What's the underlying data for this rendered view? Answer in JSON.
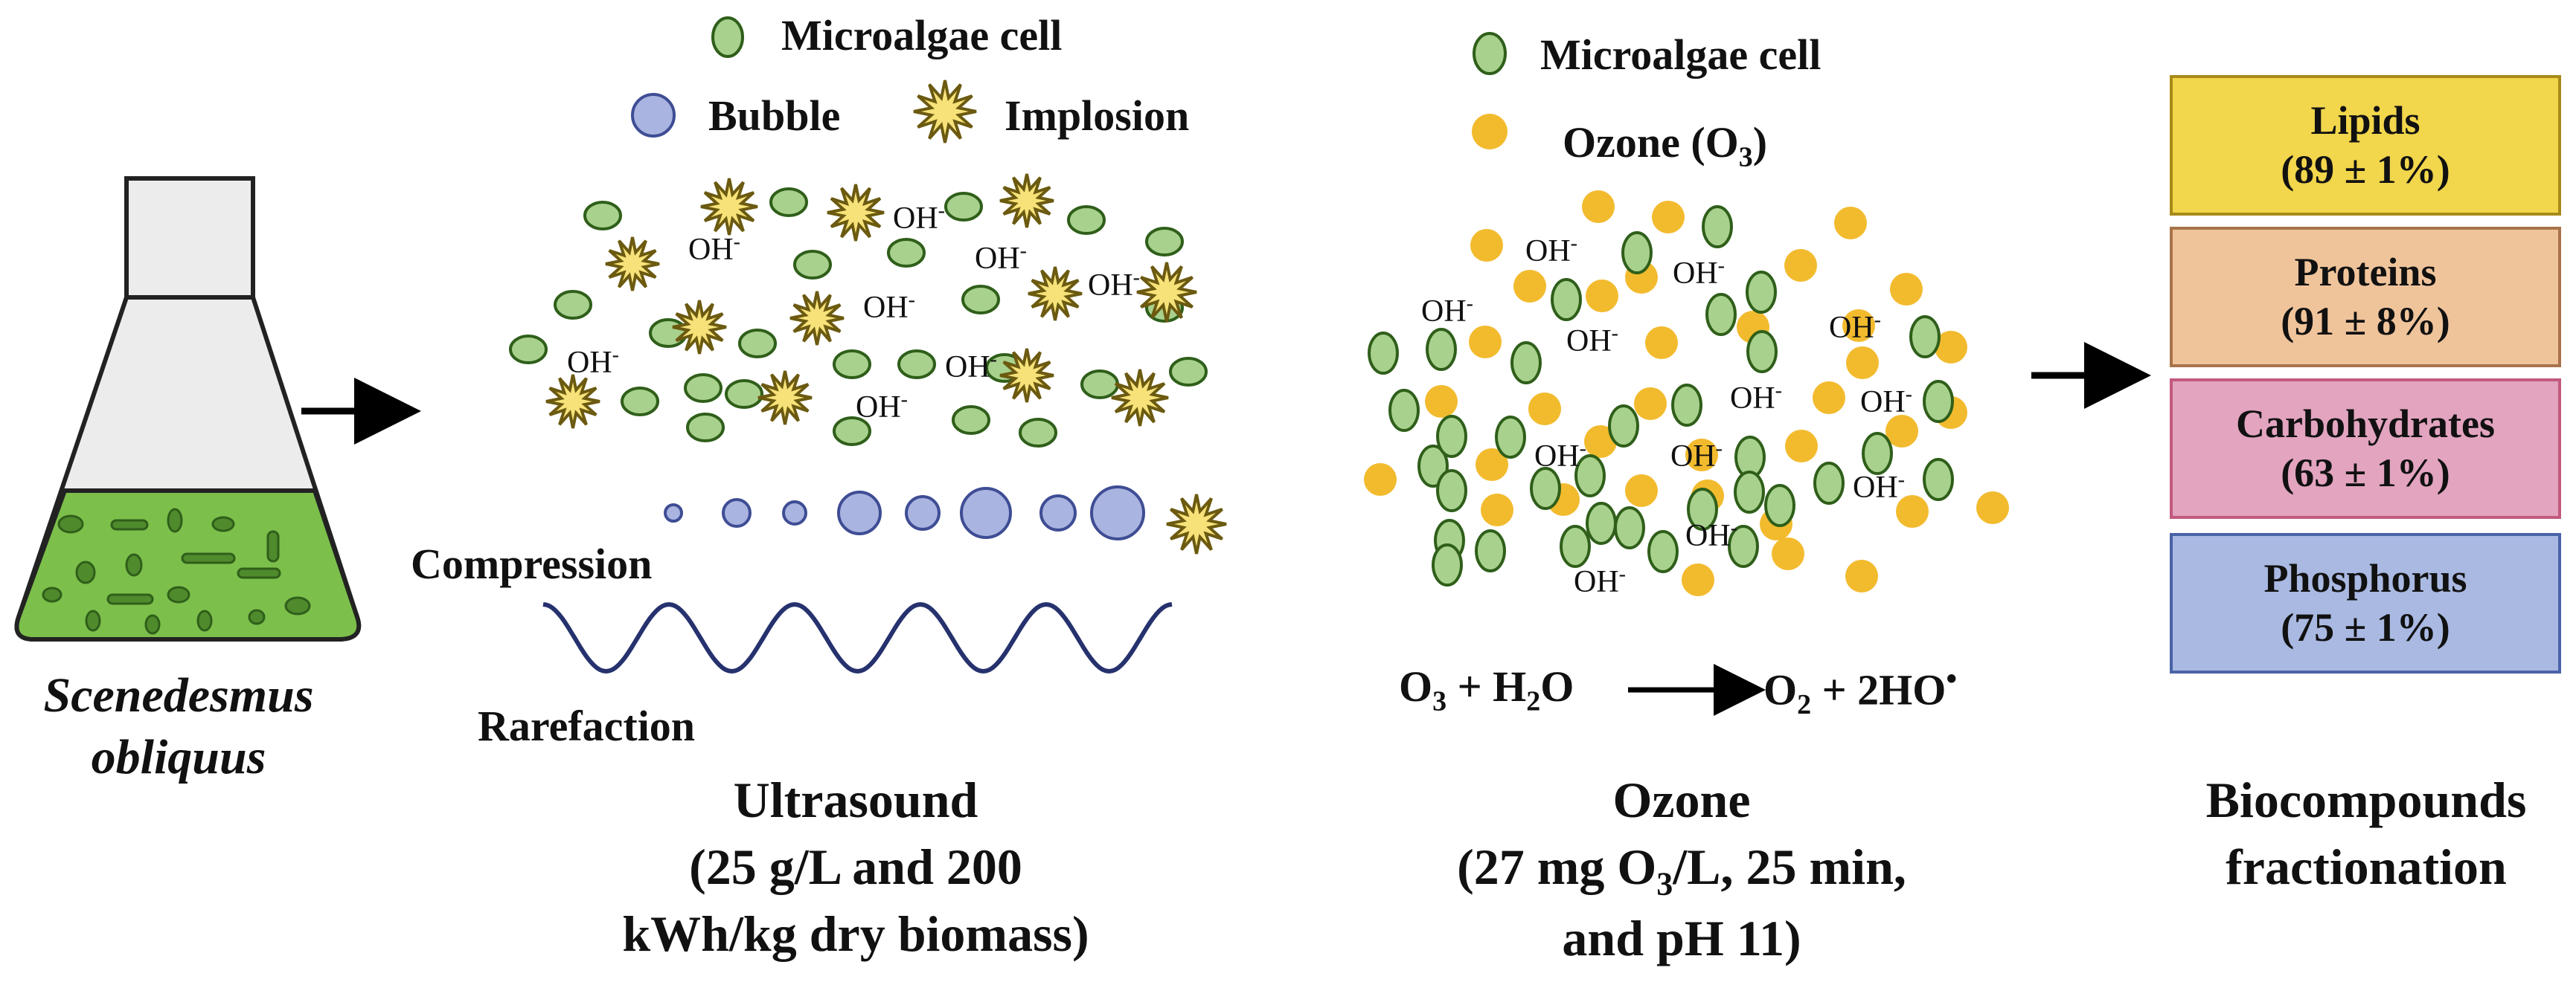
{
  "flask": {
    "species_line1": "Scenedesmus",
    "species_line2": "obliquus",
    "colors": {
      "medium": "#7cbf4b",
      "cell": "#4f8a2c",
      "glass": "#ececec"
    }
  },
  "ultrasound": {
    "legend": {
      "cell": "Microalgae cell",
      "bubble": "Bubble",
      "implosion": "Implosion"
    },
    "radical": "OH",
    "radical_charge": "-",
    "compression": "Compression",
    "rarefaction": "Rarefaction",
    "title": "Ultrasound",
    "conditions_line1": "(25 g/L and 200",
    "conditions_line2": "kWh/kg dry biomass)"
  },
  "ozone": {
    "legend": {
      "cell": "Microalgae  cell",
      "ozone": "Ozone (O",
      "ozone_sub": "3",
      "ozone_close": ")"
    },
    "radical": "OH",
    "radical_charge": "-",
    "reaction": {
      "lhs_o": "O",
      "lhs_sub": "3",
      "lhs_plus": " + H",
      "lhs_h_sub": "2",
      "lhs_o2": "O",
      "rhs_o": "O",
      "rhs_sub": "2",
      "rhs_rest": " + 2HO",
      "rhs_dot": "•"
    },
    "title": "Ozone",
    "conditions_line1_a": "(27 mg O",
    "conditions_line1_sub": "3",
    "conditions_line1_b": "/L, 25 min,",
    "conditions_line2": "and pH 11)"
  },
  "results": {
    "items": [
      {
        "name": "Lipids",
        "value": "(89 ± 1%)",
        "fill": "#f2d64b",
        "border": "#a88a1a"
      },
      {
        "name": "Proteins",
        "value": "(91 ± 8%)",
        "fill": "#f0c49b",
        "border": "#a9734a"
      },
      {
        "name": "Carbohydrates",
        "value": "(63 ± 1%)",
        "fill": "#e2a4bf",
        "border": "#c25a7e"
      },
      {
        "name": "Phosphorus",
        "value": "(75 ± 1%)",
        "fill": "#a9b9e2",
        "border": "#4a63a8"
      }
    ],
    "title_line1": "Biocompounds",
    "title_line2": "fractionation"
  },
  "colors": {
    "cell_fill": "#a9d18e",
    "cell_stroke": "#2f5f1a",
    "bubble_fill": "#aab4e0",
    "bubble_stroke": "#3e4d94",
    "implosion_fill": "#f7e27a",
    "implosion_stroke": "#6b5a10",
    "ozone_fill": "#f2bb2e",
    "wave": "#26326e"
  }
}
